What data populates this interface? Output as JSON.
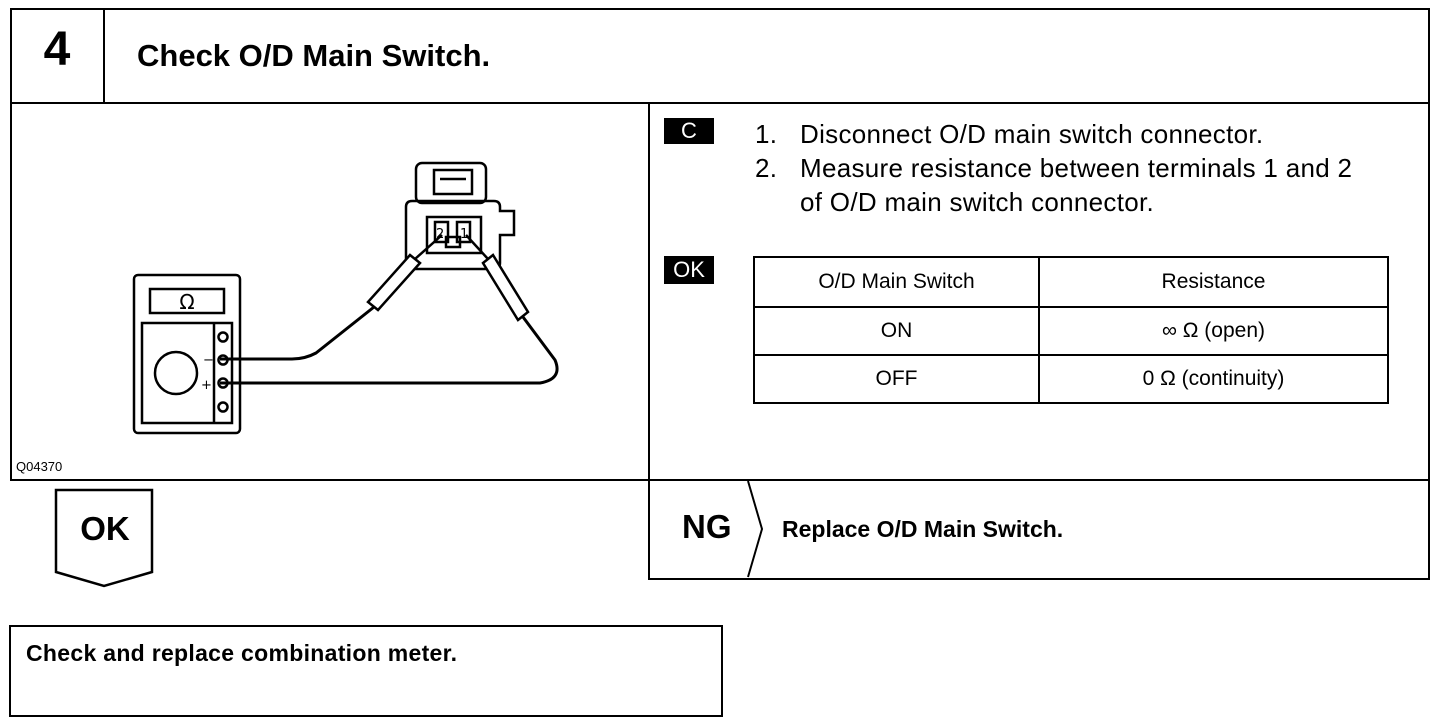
{
  "step": {
    "number": "4",
    "title": "Check O/D Main Switch."
  },
  "figure": {
    "code": "Q04370",
    "meter_symbol": "Ω",
    "minus_sign": "−",
    "plus_sign": "+",
    "terminal_2": "2",
    "terminal_1": "1"
  },
  "instructions": {
    "badge": "C",
    "items": [
      {
        "num": "1.",
        "text": "Disconnect O/D main switch connector."
      },
      {
        "num": "2.",
        "text": "Measure resistance between terminals 1 and 2",
        "text_cont": "of O/D main switch connector."
      }
    ]
  },
  "spec": {
    "badge": "OK",
    "headers": [
      "O/D Main Switch",
      "Resistance"
    ],
    "rows": [
      [
        "ON",
        "∞ Ω (open)"
      ],
      [
        "OFF",
        "0 Ω (continuity)"
      ]
    ]
  },
  "results": {
    "ok_label": "OK",
    "ng_label": "NG",
    "ng_action": "Replace O/D Main Switch.",
    "ok_action": "Check and replace combination meter."
  }
}
